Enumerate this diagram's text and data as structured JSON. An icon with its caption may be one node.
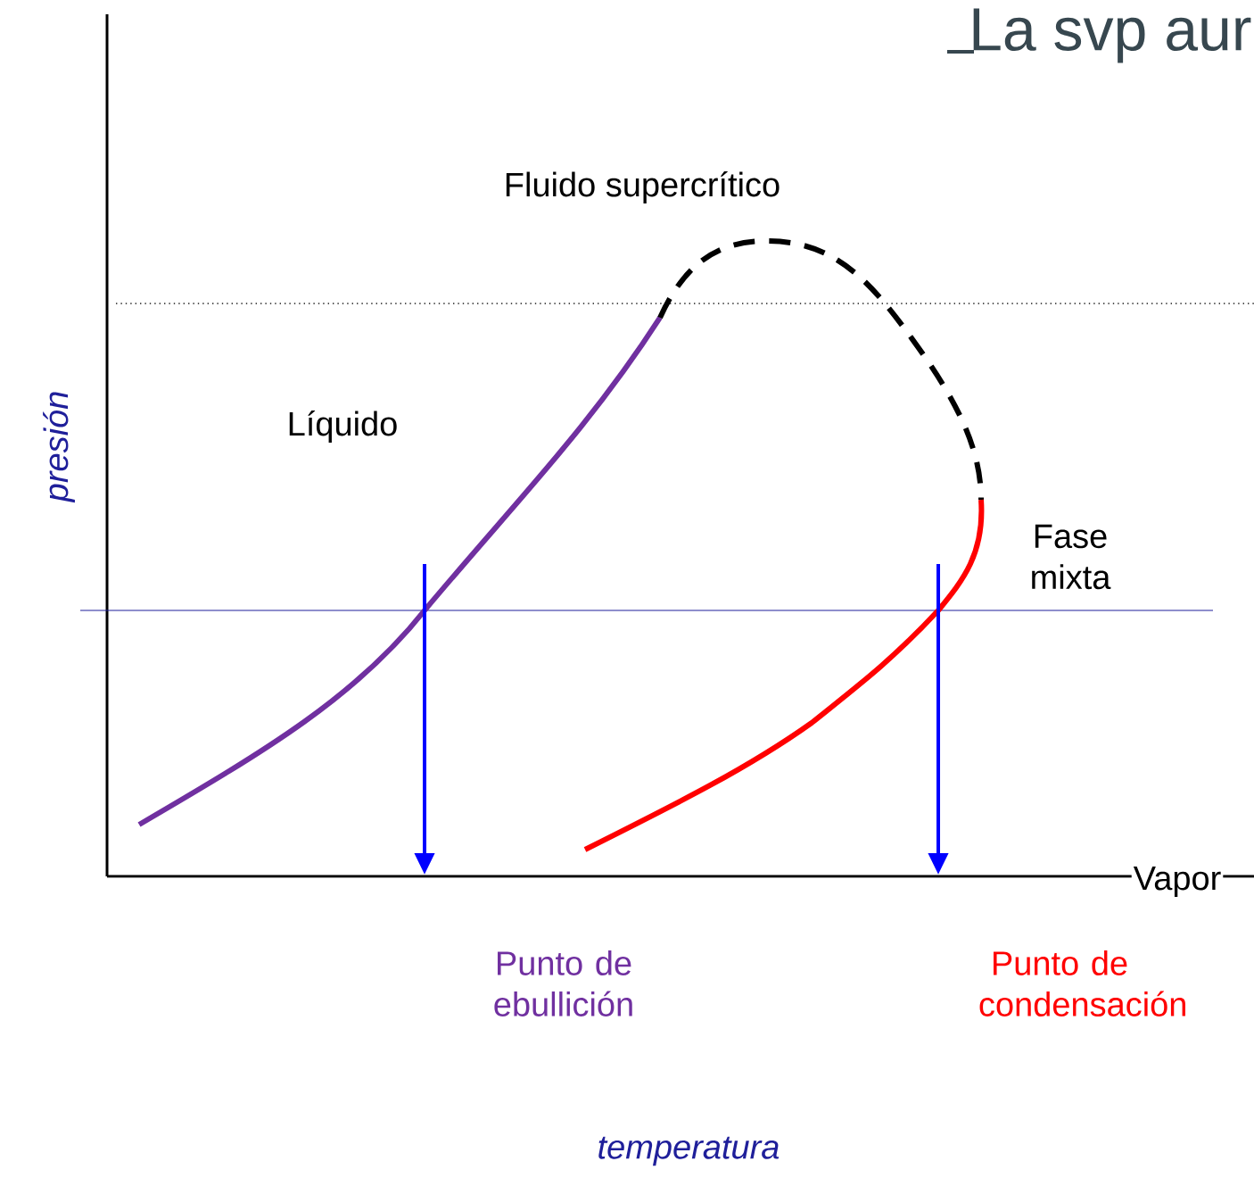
{
  "diagram": {
    "title": "La svp aur",
    "labels": [
      "Fluido supercrítico",
      "Líquido",
      "presión",
      "Fase mixta",
      "Vapor",
      "Punto de ebullición",
      "Punto de condensación",
      "temperatura"
    ]
  }
}
